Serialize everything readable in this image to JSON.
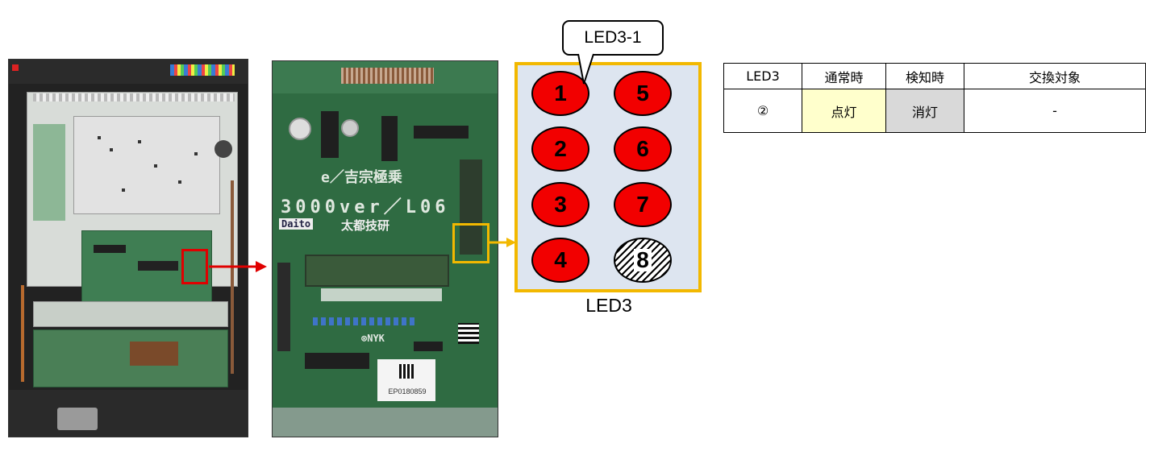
{
  "photos": {
    "machine": {
      "icon": "machine-photo-icon"
    },
    "board": {
      "icon": "circuit-board-photo-icon",
      "silk_line1": "e／吉宗極乗",
      "silk_line2": "3000ver／L06",
      "maker_logo": "Daito",
      "maker_name": "太都技研",
      "label_code": "EP0180859",
      "nyk_mark": "⊗NYK"
    }
  },
  "callout": {
    "text": "LED3-1"
  },
  "led_panel": {
    "caption": "LED3",
    "leds": [
      {
        "label": "1",
        "state": "on"
      },
      {
        "label": "5",
        "state": "on"
      },
      {
        "label": "2",
        "state": "on"
      },
      {
        "label": "6",
        "state": "on"
      },
      {
        "label": "3",
        "state": "on"
      },
      {
        "label": "7",
        "state": "on"
      },
      {
        "label": "4",
        "state": "on"
      },
      {
        "label": "8",
        "state": "off"
      }
    ]
  },
  "table": {
    "headers": [
      "LED3",
      "通常時",
      "検知時",
      "交換対象"
    ],
    "rows": [
      [
        "②",
        "点灯",
        "消灯",
        "-"
      ]
    ]
  },
  "colors": {
    "led_on": "#f20000",
    "panel_border": "#f2b800",
    "panel_bg": "#dde5f0",
    "highlight_red": "#e00000",
    "cell_normal": "#ffffcc",
    "cell_detect": "#d9d9d9"
  }
}
